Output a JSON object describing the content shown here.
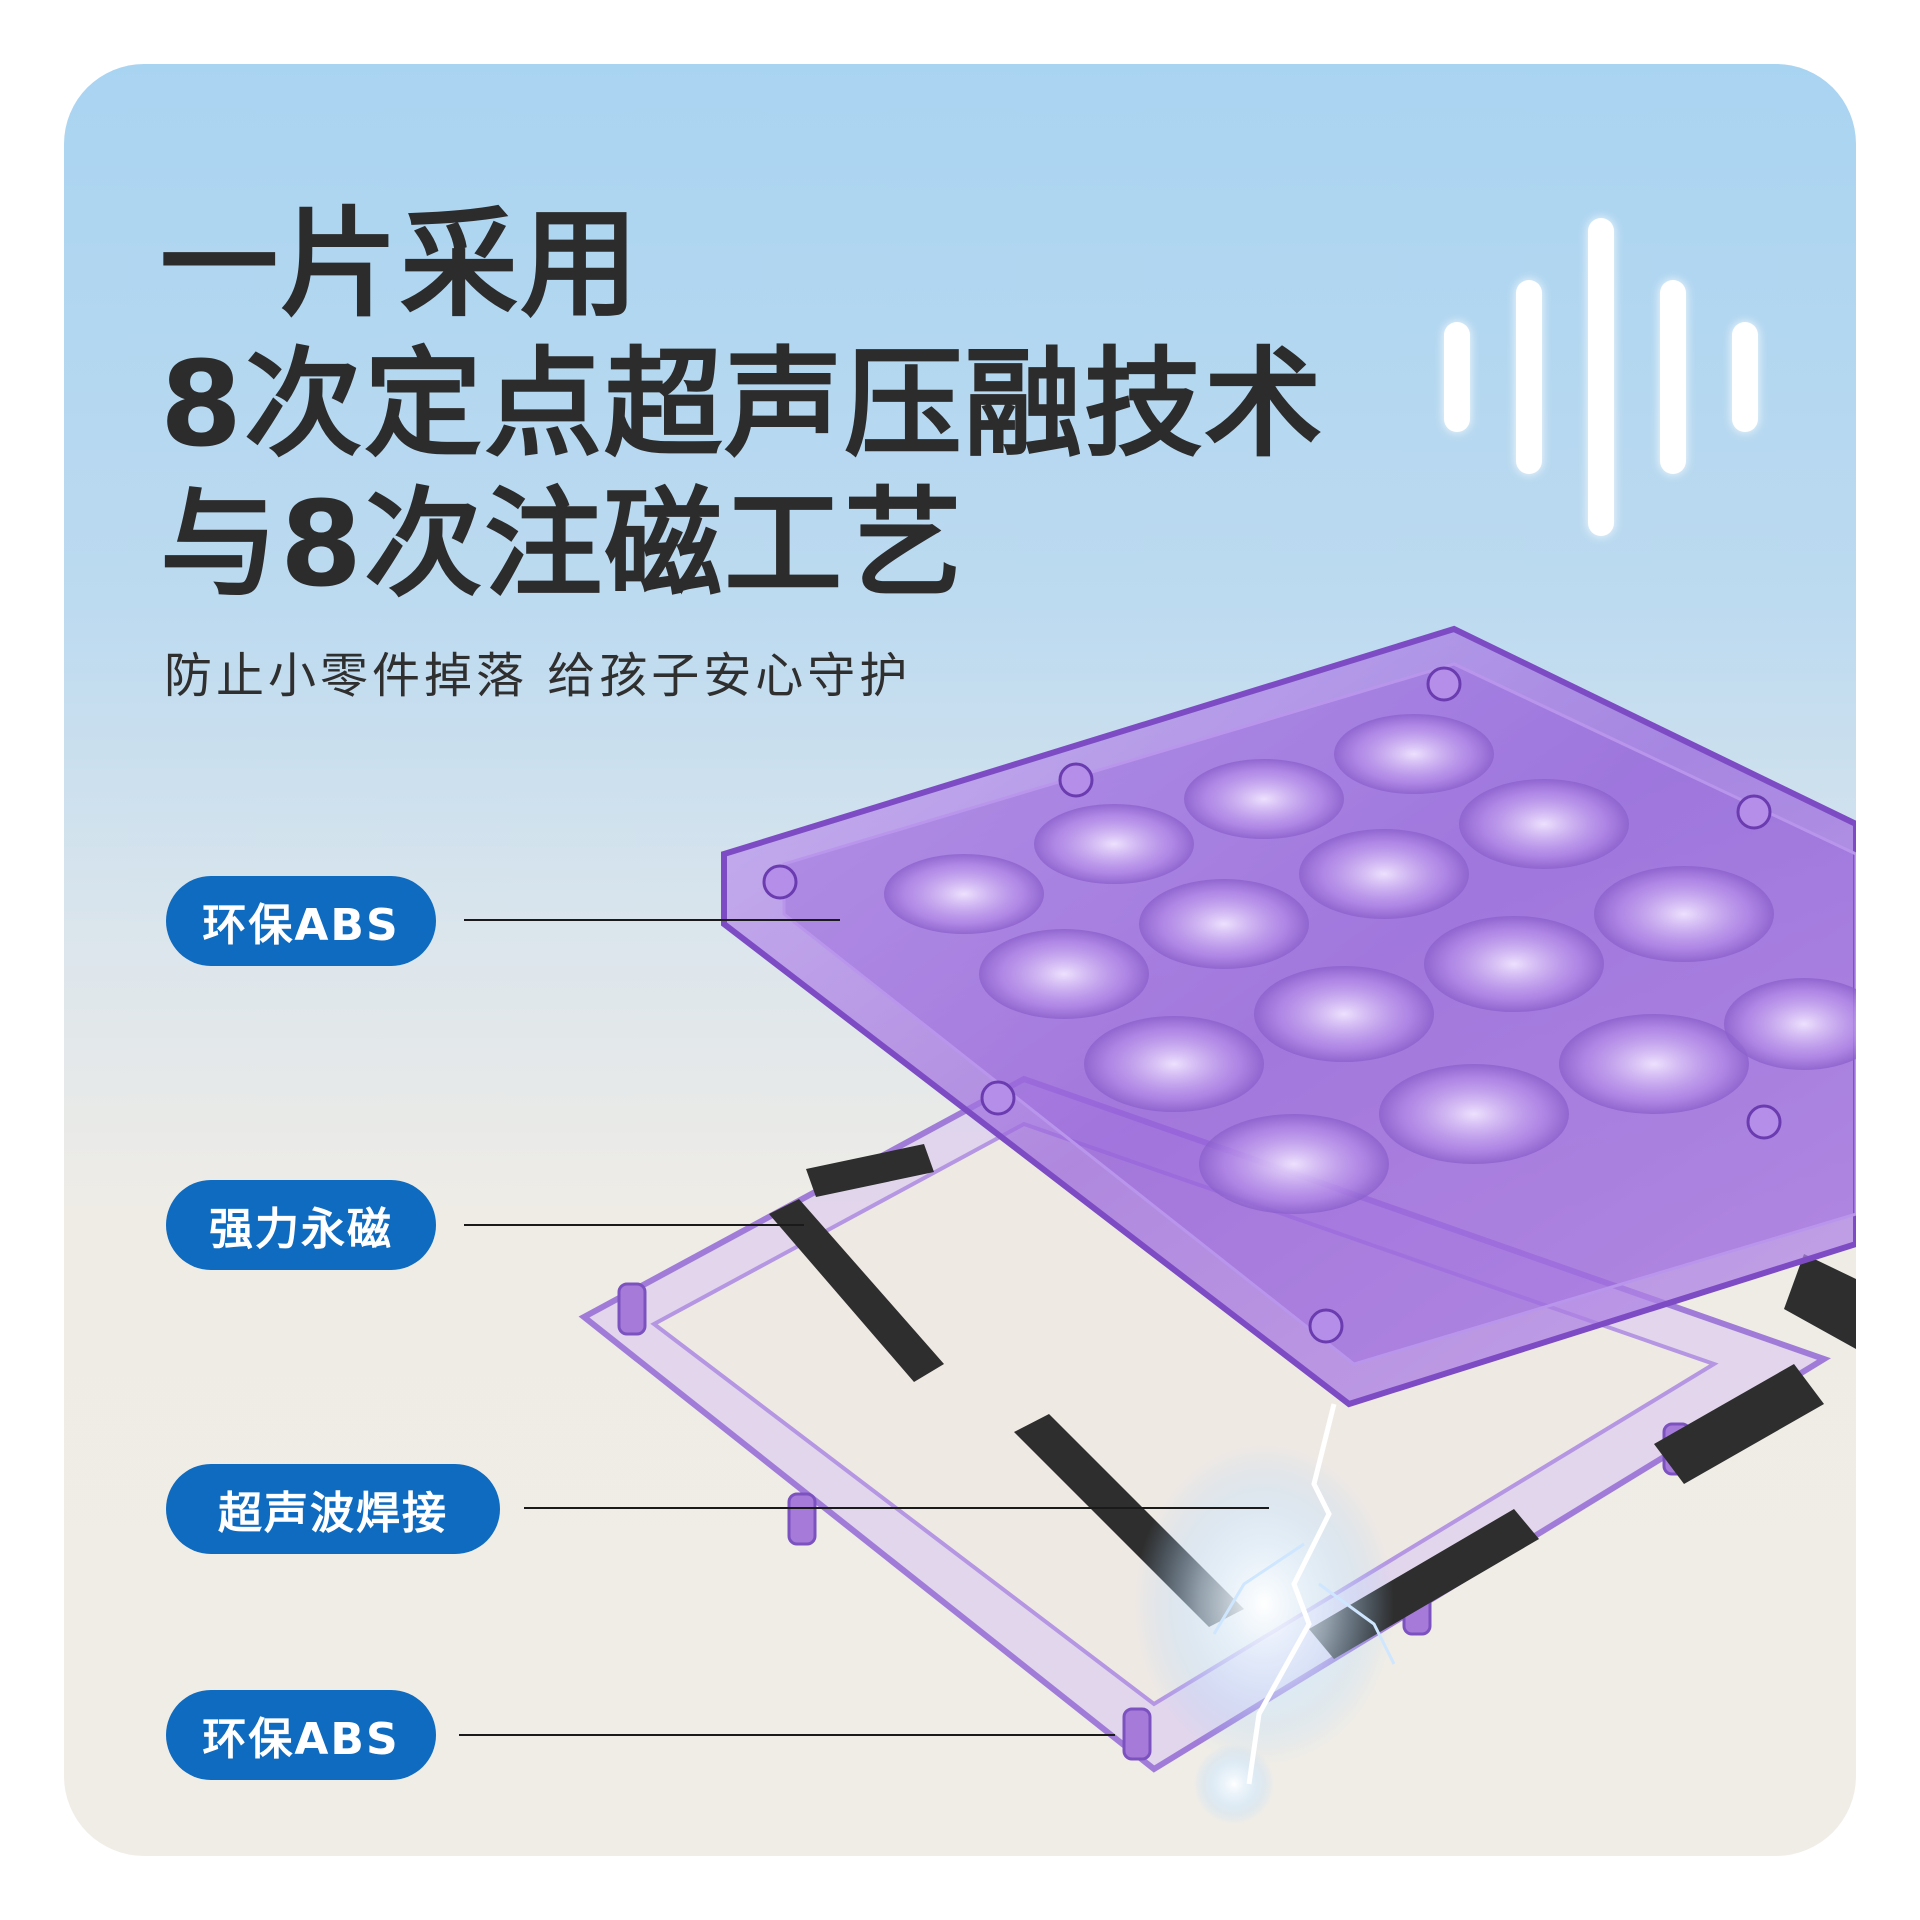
{
  "headline": {
    "line1": "一片采用",
    "line2": "8次定点超声压融技术",
    "line3": "与8次注磁工艺"
  },
  "subtitle": "防止小零件掉落 给孩子安心守护",
  "labels": {
    "top_shell": "环保ABS",
    "magnet": "强力永磁",
    "weld": "超声波焊接",
    "bottom_shell": "环保ABS"
  },
  "colors": {
    "pill_bg": "#0f6bbf",
    "headline": "#2c2c2c",
    "tile_purple": "#9a68dc",
    "magnet": "#2e2e2e"
  },
  "icons": [
    "sound-wave-icon"
  ]
}
